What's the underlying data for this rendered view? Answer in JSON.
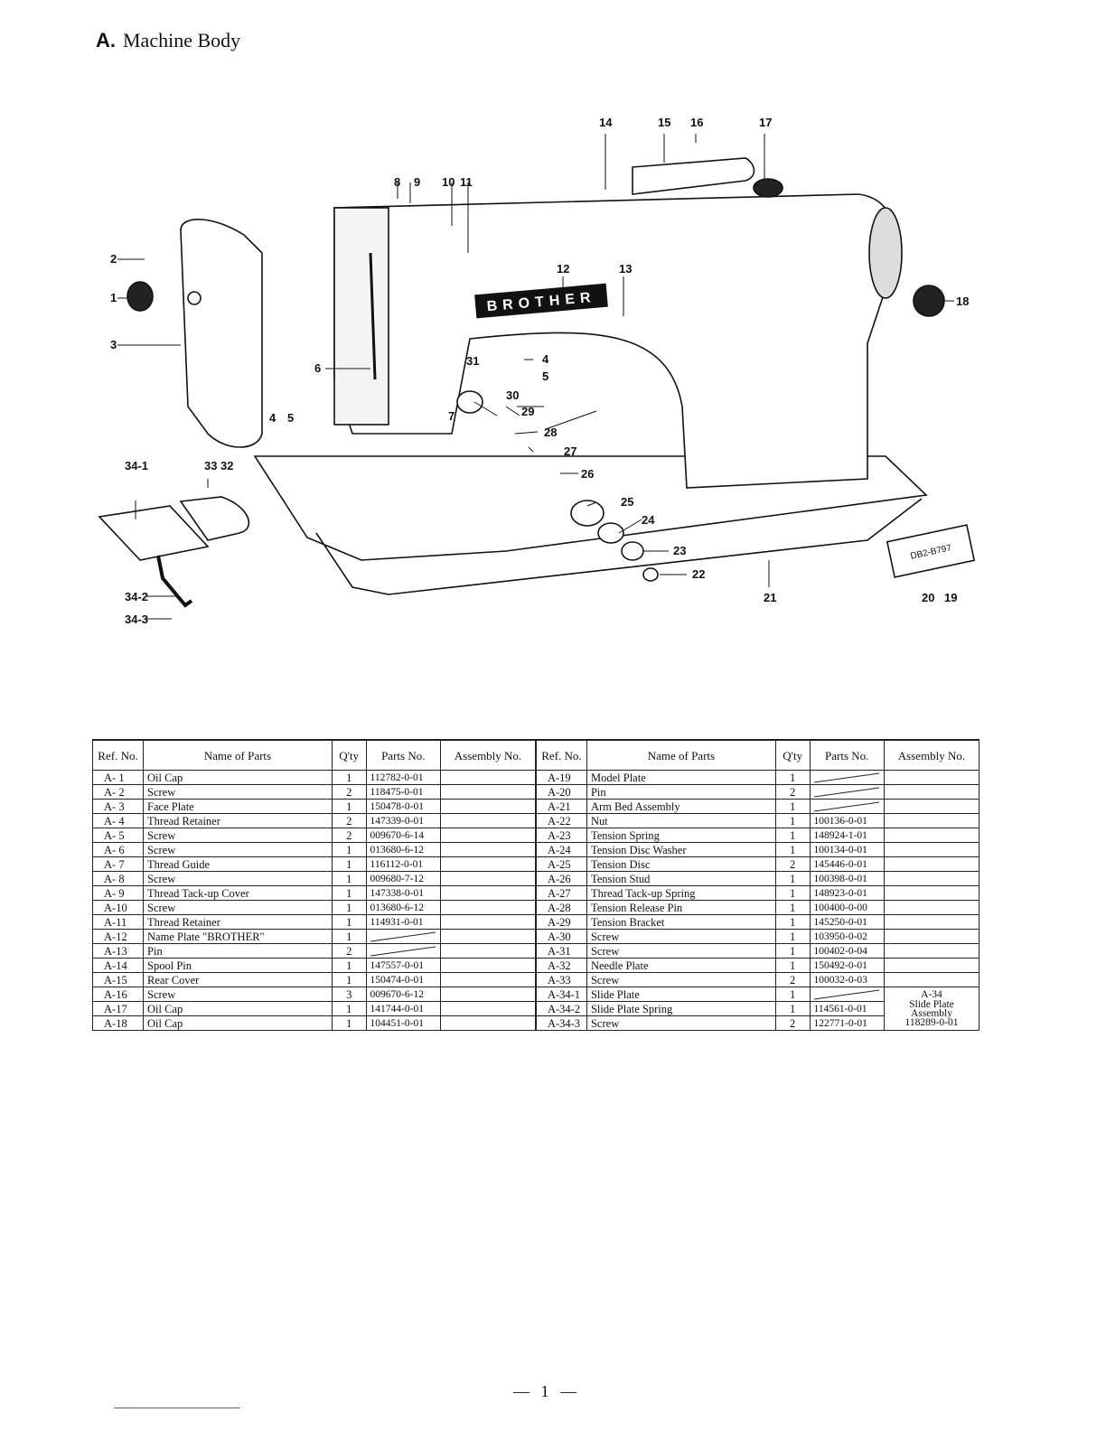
{
  "heading": {
    "letter": "A.",
    "title": "Machine Body"
  },
  "figure": {
    "nameplate_text": "BROTHER",
    "model_plate_text": "DB2-B797",
    "callouts": {
      "c1": "1",
      "c2": "2",
      "c3": "3",
      "c4a": "4",
      "c5a": "5",
      "c4b": "4",
      "c5b": "5",
      "c6": "6",
      "c7": "7",
      "c8": "8",
      "c9": "9",
      "c10": "10",
      "c11": "11",
      "c12": "12",
      "c13": "13",
      "c14": "14",
      "c15": "15",
      "c16": "16",
      "c17": "17",
      "c18": "18",
      "c19": "19",
      "c20": "20",
      "c21": "21",
      "c22": "22",
      "c23": "23",
      "c24": "24",
      "c25": "25",
      "c26": "26",
      "c27": "27",
      "c28": "28",
      "c29": "29",
      "c30": "30",
      "c31": "31",
      "c32": "32",
      "c33": "33",
      "c34_1": "34-1",
      "c34_2": "34-2",
      "c34_3": "34-3"
    }
  },
  "table": {
    "headers": {
      "ref": "Ref. No.",
      "name": "Name of Parts",
      "qty": "Q'ty",
      "parts_no": "Parts No.",
      "assembly_no": "Assembly No."
    },
    "left": [
      {
        "ref": "A- 1",
        "name": "Oil Cap",
        "qty": "1",
        "parts_no": "112782-0-01"
      },
      {
        "ref": "A- 2",
        "name": "Screw",
        "qty": "2",
        "parts_no": "118475-0-01"
      },
      {
        "ref": "A- 3",
        "name": "Face Plate",
        "qty": "1",
        "parts_no": "150478-0-01"
      },
      {
        "ref": "A- 4",
        "name": "Thread Retainer",
        "qty": "2",
        "parts_no": "147339-0-01"
      },
      {
        "ref": "A- 5",
        "name": "Screw",
        "qty": "2",
        "parts_no": "009670-6-14"
      },
      {
        "ref": "A- 6",
        "name": "Screw",
        "qty": "1",
        "parts_no": "013680-6-12"
      },
      {
        "ref": "A- 7",
        "name": "Thread Guide",
        "qty": "1",
        "parts_no": "116112-0-01"
      },
      {
        "ref": "A- 8",
        "name": "Screw",
        "qty": "1",
        "parts_no": "009680-7-12"
      },
      {
        "ref": "A- 9",
        "name": "Thread Tack-up Cover",
        "qty": "1",
        "parts_no": "147338-0-01"
      },
      {
        "ref": "A-10",
        "name": "Screw",
        "qty": "1",
        "parts_no": "013680-6-12"
      },
      {
        "ref": "A-11",
        "name": "Thread Retainer",
        "qty": "1",
        "parts_no": "114931-0-01"
      },
      {
        "ref": "A-12",
        "name": "Name Plate \"BROTHER\"",
        "qty": "1",
        "parts_no": ""
      },
      {
        "ref": "A-13",
        "name": "Pin",
        "qty": "2",
        "parts_no": ""
      },
      {
        "ref": "A-14",
        "name": "Spool Pin",
        "qty": "1",
        "parts_no": "147557-0-01"
      },
      {
        "ref": "A-15",
        "name": "Rear Cover",
        "qty": "1",
        "parts_no": "150474-0-01"
      },
      {
        "ref": "A-16",
        "name": "Screw",
        "qty": "3",
        "parts_no": "009670-6-12"
      },
      {
        "ref": "A-17",
        "name": "Oil Cap",
        "qty": "1",
        "parts_no": "141744-0-01"
      },
      {
        "ref": "A-18",
        "name": "Oil Cap",
        "qty": "1",
        "parts_no": "104451-0-01"
      }
    ],
    "right": [
      {
        "ref": "A-19",
        "name": "Model Plate",
        "qty": "1",
        "parts_no": ""
      },
      {
        "ref": "A-20",
        "name": "Pin",
        "qty": "2",
        "parts_no": ""
      },
      {
        "ref": "A-21",
        "name": "Arm Bed Assembly",
        "qty": "1",
        "parts_no": ""
      },
      {
        "ref": "A-22",
        "name": "Nut",
        "qty": "1",
        "parts_no": "100136-0-01"
      },
      {
        "ref": "A-23",
        "name": "Tension Spring",
        "qty": "1",
        "parts_no": "148924-1-01"
      },
      {
        "ref": "A-24",
        "name": "Tension Disc Washer",
        "qty": "1",
        "parts_no": "100134-0-01"
      },
      {
        "ref": "A-25",
        "name": "Tension Disc",
        "qty": "2",
        "parts_no": "145446-0-01"
      },
      {
        "ref": "A-26",
        "name": "Tension Stud",
        "qty": "1",
        "parts_no": "100398-0-01"
      },
      {
        "ref": "A-27",
        "name": "Thread Tack-up Spring",
        "qty": "1",
        "parts_no": "148923-0-01"
      },
      {
        "ref": "A-28",
        "name": "Tension Release Pin",
        "qty": "1",
        "parts_no": "100400-0-00"
      },
      {
        "ref": "A-29",
        "name": "Tension Bracket",
        "qty": "1",
        "parts_no": "145250-0-01"
      },
      {
        "ref": "A-30",
        "name": "Screw",
        "qty": "1",
        "parts_no": "103950-0-02"
      },
      {
        "ref": "A-31",
        "name": "Screw",
        "qty": "1",
        "parts_no": "100402-0-04"
      },
      {
        "ref": "A-32",
        "name": "Needle Plate",
        "qty": "1",
        "parts_no": "150492-0-01"
      },
      {
        "ref": "A-33",
        "name": "Screw",
        "qty": "2",
        "parts_no": "100032-0-03"
      },
      {
        "ref": "A-34-1",
        "name": "Slide Plate",
        "qty": "1",
        "parts_no": ""
      },
      {
        "ref": "A-34-2",
        "name": "Slide Plate Spring",
        "qty": "1",
        "parts_no": "114561-0-01"
      },
      {
        "ref": "A-34-3",
        "name": "Screw",
        "qty": "2",
        "parts_no": "122771-0-01"
      }
    ],
    "assembly_group": {
      "ref": "A-34",
      "name": "Slide Plate Assembly",
      "parts_no": "118289-0-01"
    }
  },
  "footer": {
    "page_number": "— 1 —"
  }
}
